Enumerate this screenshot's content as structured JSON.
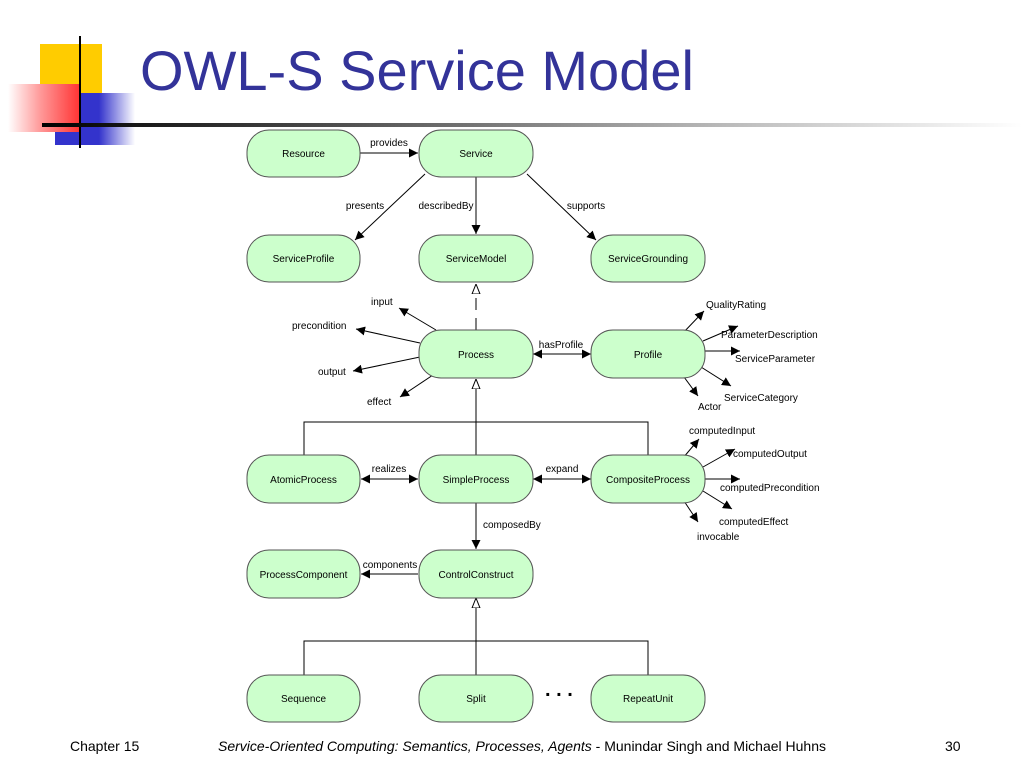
{
  "slide": {
    "title": "OWL-S Service Model",
    "footer": {
      "left": "Chapter 15",
      "center_italic": "Service-Oriented Computing: Semantics, Processes, Agents",
      "center_rest": " - Munindar Singh and Michael Huhns",
      "page": "30"
    }
  },
  "diagram": {
    "nodes": {
      "resource": "Resource",
      "service": "Service",
      "serviceprofile": "ServiceProfile",
      "servicemodel": "ServiceModel",
      "servicegrounding": "ServiceGrounding",
      "process": "Process",
      "profile": "Profile",
      "atomicprocess": "AtomicProcess",
      "simpleprocess": "SimpleProcess",
      "compositeprocess": "CompositeProcess",
      "processcomponent": "ProcessComponent",
      "controlconstruct": "ControlConstruct",
      "sequence": "Sequence",
      "split": "Split",
      "repeatunit": "RepeatUnit"
    },
    "edge_labels": {
      "provides": "provides",
      "presents": "presents",
      "describedby": "describedBy",
      "supports": "supports",
      "hasprofile": "hasProfile",
      "realizes": "realizes",
      "expand": "expand",
      "composedby": "composedBy",
      "components": "components"
    },
    "process_properties": {
      "input": "input",
      "precondition": "precondition",
      "output": "output",
      "effect": "effect"
    },
    "profile_properties": {
      "qualityrating": "QualityRating",
      "parameterdescription": "ParameterDescription",
      "serviceparameter": "ServiceParameter",
      "servicecategory": "ServiceCategory",
      "actor": "Actor"
    },
    "composite_properties": {
      "computedinput": "computedInput",
      "computedoutput": "computedOutput",
      "computedprecondition": "computedPrecondition",
      "computedeffect": "computedEffect",
      "invocable": "invocable"
    },
    "ellipsis": ". . ."
  }
}
